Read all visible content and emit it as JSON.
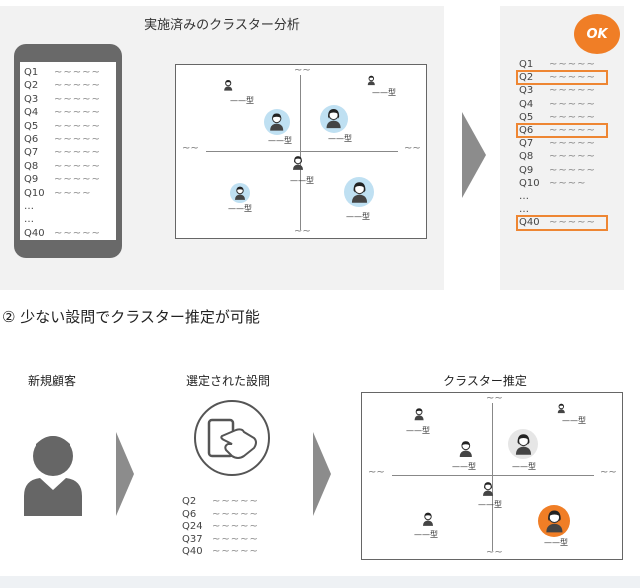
{
  "top": {
    "title": "実施済みのクラスター分析",
    "phone_questions": [
      {
        "q": "Q1",
        "w": "~~~~~"
      },
      {
        "q": "Q2",
        "w": "~~~~~"
      },
      {
        "q": "Q3",
        "w": "~~~~~"
      },
      {
        "q": "Q4",
        "w": "~~~~~"
      },
      {
        "q": "Q5",
        "w": "~~~~~"
      },
      {
        "q": "Q6",
        "w": "~~~~~"
      },
      {
        "q": "Q7",
        "w": "~~~~~"
      },
      {
        "q": "Q8",
        "w": "~~~~~"
      },
      {
        "q": "Q9",
        "w": "~~~~~"
      },
      {
        "q": "Q10",
        "w": "~~~~"
      },
      {
        "q": "…",
        "w": ""
      },
      {
        "q": "…",
        "w": ""
      },
      {
        "q": "Q40",
        "w": "~~~~~"
      }
    ],
    "scatter": {
      "axis_tilde": "~~",
      "type_label": "型",
      "type_dash": "——型"
    }
  },
  "result": {
    "ok_label": "OK",
    "questions": [
      {
        "q": "Q1",
        "w": "~~~~~",
        "highlight": false
      },
      {
        "q": "Q2",
        "w": "~~~~~",
        "highlight": true
      },
      {
        "q": "Q3",
        "w": "~~~~~",
        "highlight": false
      },
      {
        "q": "Q4",
        "w": "~~~~~",
        "highlight": false
      },
      {
        "q": "Q5",
        "w": "~~~~~",
        "highlight": false
      },
      {
        "q": "Q6",
        "w": "~~~~~",
        "highlight": true
      },
      {
        "q": "Q7",
        "w": "~~~~~",
        "highlight": false
      },
      {
        "q": "Q8",
        "w": "~~~~~",
        "highlight": false
      },
      {
        "q": "Q9",
        "w": "~~~~~",
        "highlight": false
      },
      {
        "q": "Q10",
        "w": "~~~~",
        "highlight": false
      },
      {
        "q": "…",
        "w": "",
        "highlight": false
      },
      {
        "q": "…",
        "w": "",
        "highlight": false
      },
      {
        "q": "Q40",
        "w": "~~~~~",
        "highlight": true
      }
    ],
    "highlight_color": "#ee8633"
  },
  "section2": {
    "heading": "② 少ない設問でクラスター推定が可能"
  },
  "bottom": {
    "new_customer_title": "新規顧客",
    "selected_title": "選定された設問",
    "selected_questions": [
      {
        "q": "Q2",
        "w": "~~~~~"
      },
      {
        "q": "Q6",
        "w": "~~~~~"
      },
      {
        "q": "Q24",
        "w": "~~~~~"
      },
      {
        "q": "Q37",
        "w": "~~~~~"
      },
      {
        "q": "Q40",
        "w": "~~~~~"
      }
    ],
    "estimate_title": "クラスター推定"
  },
  "colors": {
    "accent_orange": "#f07e26",
    "panel_gray": "#f2f2f2",
    "arrow_gray": "#8c8c8c",
    "icon_blue": "#bfe0f2"
  }
}
